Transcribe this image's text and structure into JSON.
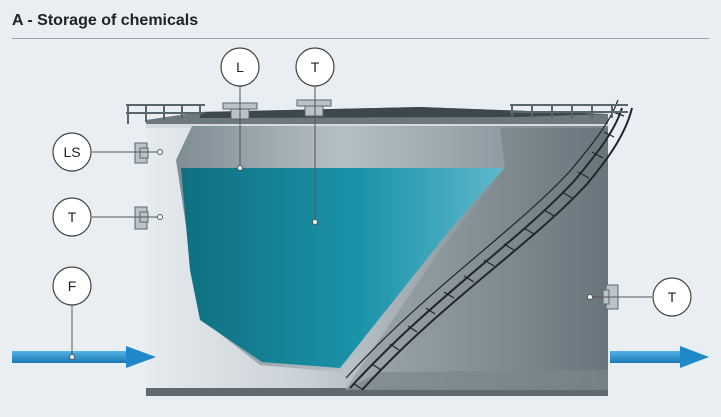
{
  "title": "A - Storage of chemicals",
  "instruments": {
    "level": "L",
    "temp_top": "T",
    "level_switch": "LS",
    "temp_side": "T",
    "flow": "F",
    "temp_outlet": "T"
  },
  "colors": {
    "liquid": "#1b8fa3",
    "pipe_arrow": "#1e88c8",
    "tank_body": "#c9d1d6"
  }
}
